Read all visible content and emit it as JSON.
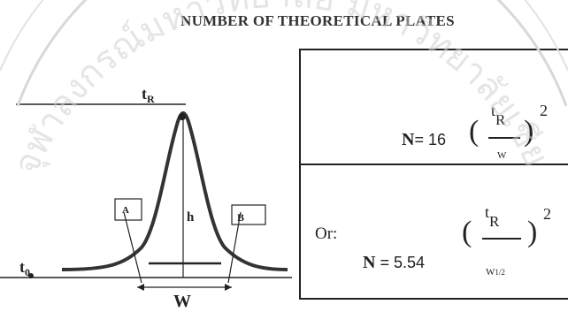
{
  "title": "NUMBER OF THEORETICAL PLATES",
  "watermark_text": "จุฬาลงกรณ์มหาวิทยาลัย มหาวิทยาลัยเชียงใหม่ สำนักหอสมุด",
  "diagram": {
    "tR": "t",
    "tR_sub": "R",
    "t0": "t",
    "t0_sub": "0",
    "h": "h",
    "A": "A",
    "B": "B",
    "W": "W"
  },
  "formula1": {
    "lhs": "N",
    "eq": "= 16",
    "num": "t",
    "num_sub": "R",
    "den": "W",
    "exp": "2"
  },
  "formula2": {
    "prefix": "Or:",
    "lhs": "N",
    "eq": "= 5.54",
    "num": "t",
    "num_sub": "R",
    "den": "W",
    "den_sub": "1/2",
    "exp": "2"
  }
}
